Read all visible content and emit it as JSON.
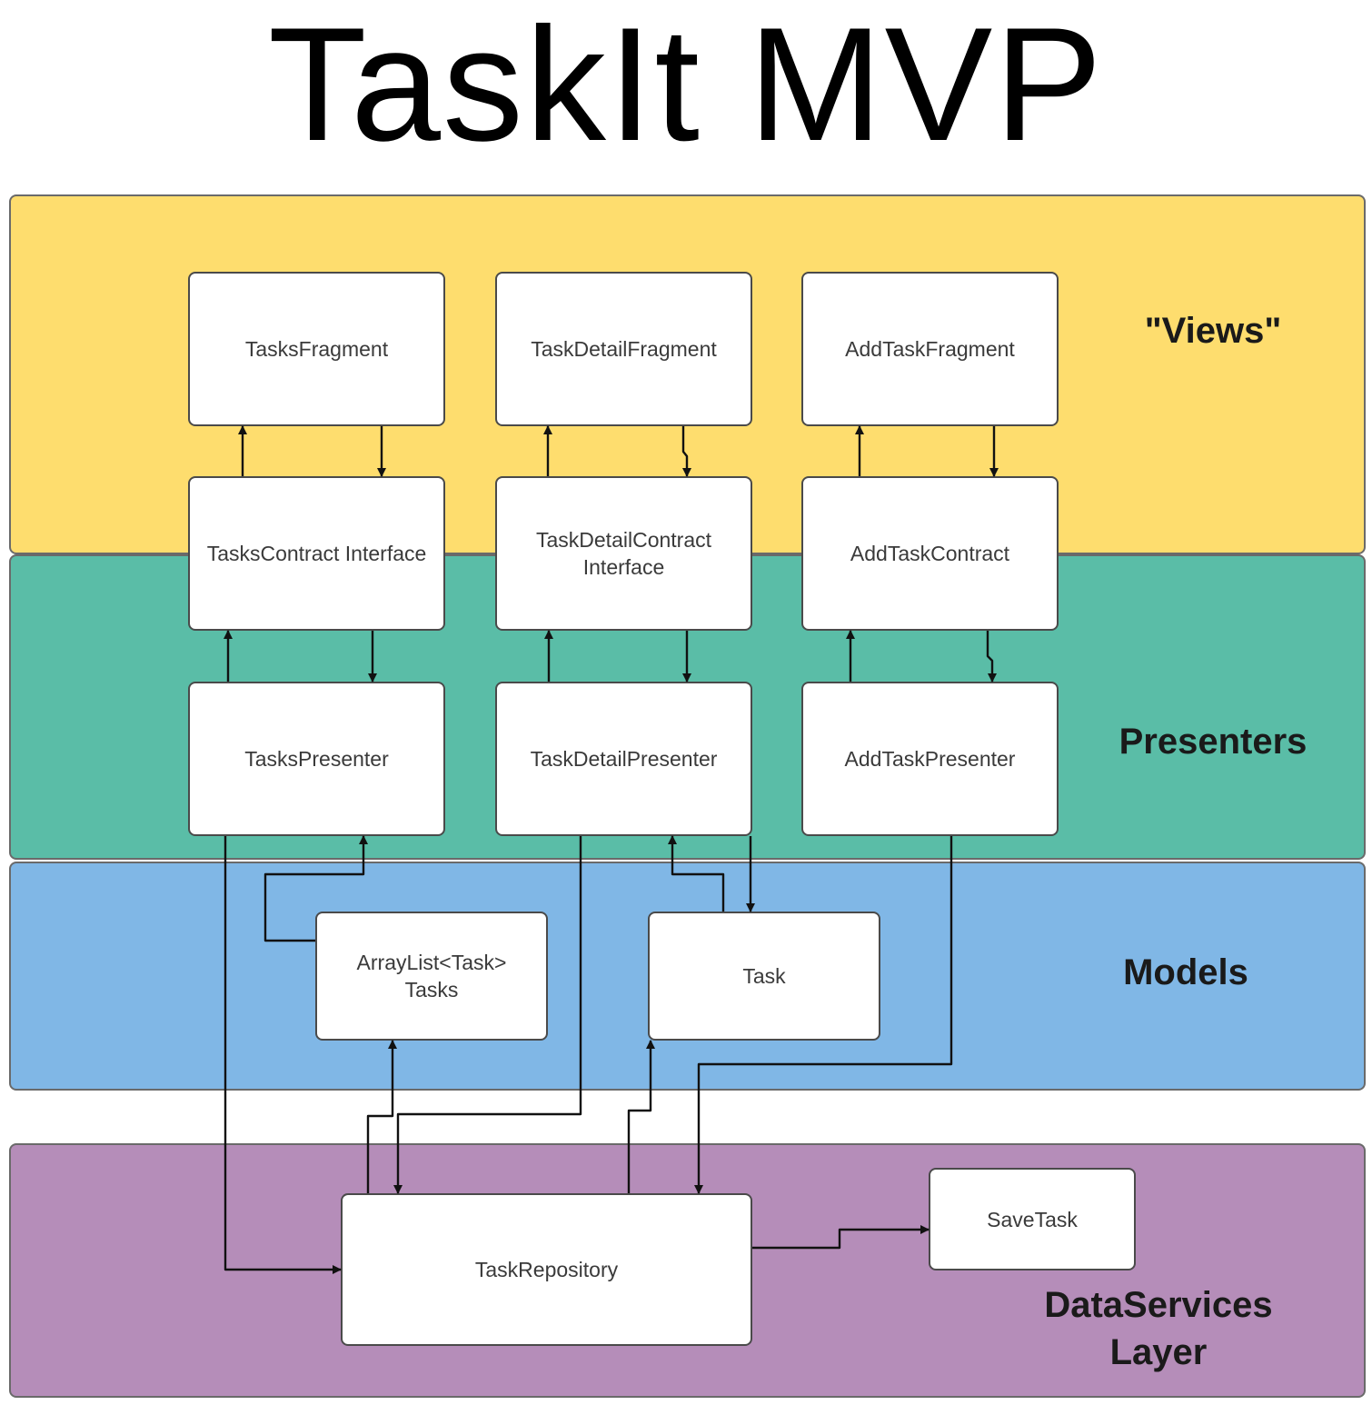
{
  "title": "TaskIt MVP",
  "layers": {
    "views": "\"Views\"",
    "presenters": "Presenters",
    "models": "Models",
    "data_services": "DataServices\nLayer"
  },
  "nodes": {
    "tasks_fragment": "TasksFragment",
    "task_detail_fragment": "TaskDetailFragment",
    "add_task_fragment": "AddTaskFragment",
    "tasks_contract": "TasksContract Interface",
    "task_detail_contract": "TaskDetailContract\nInterface",
    "add_task_contract": "AddTaskContract",
    "tasks_presenter": "TasksPresenter",
    "task_detail_presenter": "TaskDetailPresenter",
    "add_task_presenter": "AddTaskPresenter",
    "arraylist_tasks": "ArrayList<Task>\nTasks",
    "task": "Task",
    "task_repository": "TaskRepository",
    "save_task": "SaveTask"
  },
  "colors": {
    "views": "#fedd6e",
    "presenters": "#5abda7",
    "models": "#80b7e6",
    "data_services": "#b58db9",
    "edge": "#111111"
  }
}
